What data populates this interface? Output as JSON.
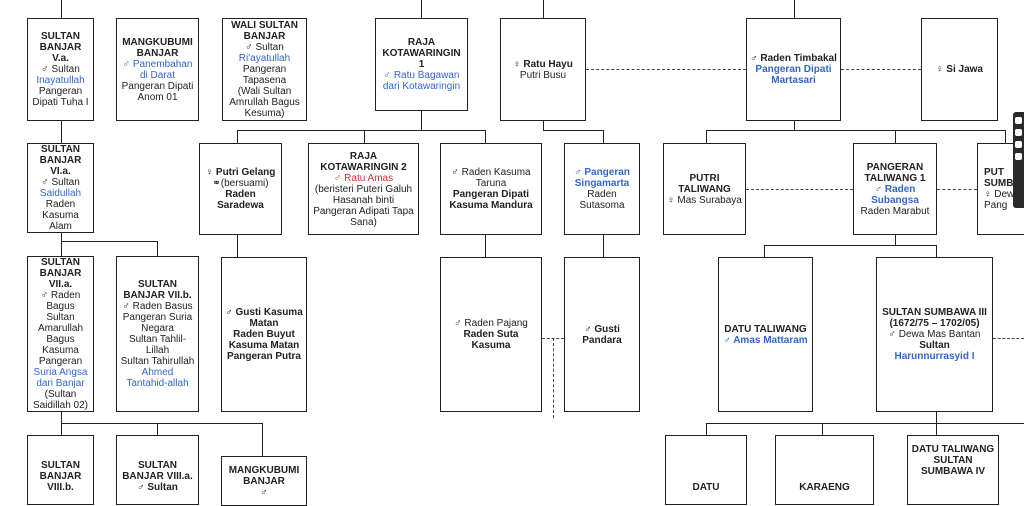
{
  "nodes": {
    "sb5": {
      "lines": [
        {
          "t": "SULTAN BANJAR",
          "s": "b"
        },
        {
          "t": "V.a.",
          "s": "b"
        },
        {
          "t": "♂ Sultan",
          "s": ""
        },
        {
          "t": "Inayatullah",
          "s": "lnk"
        },
        {
          "t": "Pangeran Dipati Tuha I",
          "s": ""
        }
      ]
    },
    "mangkubumi1": {
      "lines": [
        {
          "t": "MANGKUBUMI BANJAR",
          "s": "b"
        },
        {
          "t": "♂ Panembahan di Darat",
          "s": "lnk"
        },
        {
          "t": "Pangeran Dipati Anom 01",
          "s": ""
        }
      ]
    },
    "wali": {
      "lines": [
        {
          "t": "WALI SULTAN BANJAR",
          "s": "b"
        },
        {
          "t": "♂ Sultan",
          "s": ""
        },
        {
          "t": "Ri'ayatullah",
          "s": "lnk"
        },
        {
          "t": "Pangeran Tapasena",
          "s": ""
        },
        {
          "t": "(Wali Sultan Amrullah Bagus Kesuma)",
          "s": ""
        }
      ]
    },
    "raja_kw1": {
      "lines": [
        {
          "t": "RAJA KOTAWARINGIN 1",
          "s": "b"
        },
        {
          "t": "♂ Ratu Bagawan dari Kotawaringin",
          "s": "lnk"
        }
      ]
    },
    "ratu_hayu": {
      "lines": [
        {
          "t": "♀ Ratu Hayu",
          "s": "b"
        },
        {
          "t": "Putri Busu",
          "s": ""
        }
      ]
    },
    "timbakal": {
      "lines": [
        {
          "t": "♂ Raden Timbakal",
          "s": "b"
        },
        {
          "t": "Pangeran Dipati Martasari",
          "s": "lnkb"
        }
      ]
    },
    "si_jawa": {
      "lines": [
        {
          "t": "♀ Si Jawa",
          "s": "b"
        }
      ]
    },
    "sb6": {
      "lines": [
        {
          "t": "SULTAN BANJAR",
          "s": "b"
        },
        {
          "t": "VI.a.",
          "s": "b"
        },
        {
          "t": "♂ Sultan",
          "s": ""
        },
        {
          "t": "Saidullah",
          "s": "lnk"
        },
        {
          "t": "Raden Kasuma Alam",
          "s": ""
        }
      ]
    },
    "putri_gelang": {
      "lines": [
        {
          "t": "♀ Putri Gelang",
          "s": "b"
        },
        {
          "t": "⚭(bersuami)",
          "s": ""
        },
        {
          "t": "Raden Saradewa",
          "s": "b"
        }
      ]
    },
    "raja_kw2": {
      "lines": [
        {
          "t": "RAJA KOTAWARINGIN 2",
          "s": "b"
        },
        {
          "t": "♂ Ratu Amas",
          "s": "red"
        },
        {
          "t": "(beristeri Puteri Galuh Hasanah binti Pangeran Adipati Tapa Sana)",
          "s": ""
        }
      ]
    },
    "kasuma_taruna": {
      "lines": [
        {
          "t": "♂ Raden Kasuma Taruna",
          "s": ""
        },
        {
          "t": "Pangeran Dipati Kasuma Mandura",
          "s": "b"
        }
      ]
    },
    "singamarta": {
      "lines": [
        {
          "t": "♂ Pangeran Singamarta",
          "s": "lnkb"
        },
        {
          "t": "Raden Sutasoma",
          "s": ""
        }
      ]
    },
    "putri_taliwang": {
      "lines": [
        {
          "t": "PUTRI TALIWANG",
          "s": "b"
        },
        {
          "t": "♀ Mas Surabaya",
          "s": ""
        }
      ]
    },
    "pangeran_taliwang": {
      "lines": [
        {
          "t": "PANGERAN TALIWANG 1",
          "s": "b"
        },
        {
          "t": "♂ Raden Subangsa",
          "s": "lnkb"
        },
        {
          "t": "Raden Marabut",
          "s": ""
        }
      ]
    },
    "put_edge": {
      "lines": [
        {
          "t": "PUT",
          "s": "b"
        },
        {
          "t": "SUMB",
          "s": "b"
        },
        {
          "t": "♀ Dew",
          "s": ""
        },
        {
          "t": "Pang",
          "s": ""
        }
      ]
    },
    "sb7a": {
      "lines": [
        {
          "t": "SULTAN BANJAR",
          "s": "b"
        },
        {
          "t": "VII.a.",
          "s": "b"
        },
        {
          "t": "♂ Raden Bagus",
          "s": ""
        },
        {
          "t": "Sultan Amarullah Bagus Kasuma",
          "s": ""
        },
        {
          "t": "Pangeran",
          "s": ""
        },
        {
          "t": "Suria Angsa dari Banjar",
          "s": "lnk"
        },
        {
          "t": "(Sultan Saidillah 02)",
          "s": ""
        }
      ]
    },
    "sb7b": {
      "lines": [
        {
          "t": "SULTAN BANJAR VII.b.",
          "s": "b"
        },
        {
          "t": "♂ Raden Basus",
          "s": ""
        },
        {
          "t": "Pangeran Suria Negara",
          "s": ""
        },
        {
          "t": "Sultan Tahlil-Lillah",
          "s": ""
        },
        {
          "t": "Sultan Tahirullah",
          "s": ""
        },
        {
          "t": "Ahmed Tantahid-allah",
          "s": "lnk"
        }
      ]
    },
    "gusti_kasuma": {
      "lines": [
        {
          "t": "♂ Gusti Kasuma Matan",
          "s": "b"
        },
        {
          "t": "Raden Buyut Kasuma Matan",
          "s": "b"
        },
        {
          "t": "Pangeran Putra",
          "s": "b"
        }
      ]
    },
    "pajang": {
      "lines": [
        {
          "t": "♂ Raden Pajang",
          "s": ""
        },
        {
          "t": "Raden Suta Kasuma",
          "s": "b"
        }
      ]
    },
    "gusti_pandara": {
      "lines": [
        {
          "t": "♂ Gusti Pandara",
          "s": "b"
        }
      ]
    },
    "datu_taliwang": {
      "lines": [
        {
          "t": "DATU TALIWANG",
          "s": "b"
        },
        {
          "t": "♂ Amas Mattaram",
          "s": "lnkb"
        }
      ]
    },
    "sumbawa3": {
      "lines": [
        {
          "t": "SULTAN SUMBAWA III",
          "s": "b"
        },
        {
          "t": "(1672/75 – 1702/05)",
          "s": "b"
        },
        {
          "t": "♂ Dewa Mas Bantan",
          "s": "mix"
        },
        {
          "t": "Sultan",
          "s": "b"
        },
        {
          "t": "Harunnurrasyid I",
          "s": "lnkb"
        }
      ]
    },
    "sb8b": {
      "lines": [
        {
          "t": "SULTAN BANJAR",
          "s": "b"
        },
        {
          "t": "VIII.b.",
          "s": "b"
        }
      ]
    },
    "sb8a": {
      "lines": [
        {
          "t": "SULTAN BANJAR VIII.a.",
          "s": "b"
        },
        {
          "t": "♂ Sultan",
          "s": "b"
        }
      ]
    },
    "mangkubumi2": {
      "lines": [
        {
          "t": "MANGKUBUMI BANJAR",
          "s": "b"
        },
        {
          "t": "♂",
          "s": "b"
        }
      ]
    },
    "datu_bottom": {
      "lines": [
        {
          "t": "DATU",
          "s": "b"
        }
      ]
    },
    "karaeng": {
      "lines": [
        {
          "t": "KARAENG",
          "s": "b"
        }
      ]
    },
    "sumbawa4": {
      "lines": [
        {
          "t": "DATU TALIWANG",
          "s": "b"
        },
        {
          "t": "SULTAN SUMBAWA IV",
          "s": "b"
        }
      ]
    }
  }
}
